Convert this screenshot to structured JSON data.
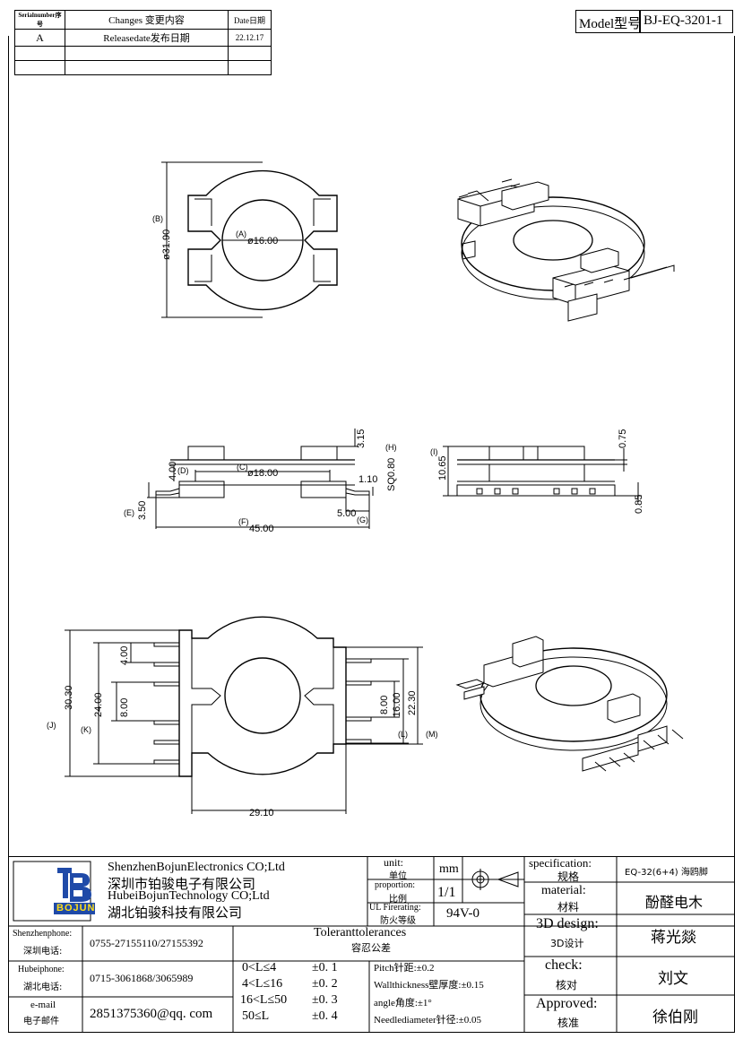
{
  "revision_table": {
    "headers": [
      "Serialnumber序号",
      "Changes  变更内容",
      "Date日期"
    ],
    "rows": [
      [
        "A",
        "Releasedate发布日期",
        "22.12.17"
      ],
      [
        "",
        "",
        ""
      ],
      [
        "",
        "",
        ""
      ]
    ]
  },
  "model": {
    "label": "Model型号",
    "value": "BJ-EQ-3201-1"
  },
  "dimensions": {
    "top_view": {
      "B": "(B)",
      "dia_outer": "ø31.90",
      "A": "(A)",
      "dia_inner": "ø16.00"
    },
    "side_view": {
      "h_315": "3.15",
      "H": "(H)",
      "sq080": "SQ0.80",
      "h_110": "1.10",
      "C": "(C)",
      "dia_18": "ø18.00",
      "D": "(D)",
      "h_400": "4.00",
      "E": "(E)",
      "h_350": "3.50",
      "w_500": "5.00",
      "G": "(G)",
      "F": "(F)",
      "w_4500": "45.00"
    },
    "front_view": {
      "I": "(I)",
      "h_1065": "10.65",
      "h_075": "0.75",
      "h_085": "0.85"
    },
    "bottom_view": {
      "J": "(J)",
      "h_3030": "30.30",
      "K": "(K)",
      "h_2400": "24.00",
      "p_400": "4.00",
      "p_800_left": "8.00",
      "p_800_right": "8.00",
      "h_1600": "16.00",
      "h_2230": "22.30",
      "L": "(L)",
      "M": "(M)",
      "w_2910": "29.10"
    }
  },
  "title_block": {
    "company_en_1": "ShenzhenBojunElectronics CO;Ltd",
    "company_cn_1": "深圳市铂骏电子有限公司",
    "company_en_2": "HubeiBojunTechnology CO;Ltd",
    "company_cn_2": "湖北铂骏科技有限公司",
    "logo_text": "BOJUN",
    "unit_label": "unit:",
    "unit_cn": "单位",
    "unit_value": "mm",
    "proportion_label": "proportion:",
    "proportion_cn": "比例",
    "proportion_value": "1/1",
    "ul_label": "UL Firerating:",
    "ul_cn": "防火等级",
    "ul_value": "94V-0",
    "specification_label": "specification:",
    "specification_cn": "规格",
    "specification_value": "EQ-32(6+4) 海鸥脚",
    "material_label": "material:",
    "material_cn": "材料",
    "material_value": "酚醛电木",
    "design_label": "3D design:",
    "design_cn": "3D设计",
    "design_value": "蒋光燚",
    "check_label": "check:",
    "check_cn": "核对",
    "check_value": "刘文",
    "approved_label": "Approved:",
    "approved_cn": "核准",
    "approved_value": "徐伯刚",
    "sz_phone_label": "Shenzhenphone:",
    "sz_phone_cn": "深圳电话:",
    "sz_phone_value": "0755-27155110/27155392",
    "hb_phone_label": "Hubeiphone:",
    "hb_phone_cn": "湖北电话:",
    "hb_phone_value": "0715-3061868/3065989",
    "email_label": "e-mail",
    "email_cn": "电子邮件",
    "email_value": "2851375360@qq. com",
    "tolerance_title": "Toleranttolerances",
    "tolerance_cn": "容忍公差",
    "tolerances": [
      {
        "range": "0<L≤4",
        "value": "±0. 1"
      },
      {
        "range": "4<L≤16",
        "value": "±0. 2"
      },
      {
        "range": "16<L≤50",
        "value": "±0. 3"
      },
      {
        "range": "50≤L",
        "value": "±0. 4"
      }
    ],
    "notes": [
      "Pitch针距:±0.2",
      "Wallthickness壁厚度:±0.15",
      "angle角度:±1°",
      "Needlediameter针径:±0.05"
    ]
  }
}
